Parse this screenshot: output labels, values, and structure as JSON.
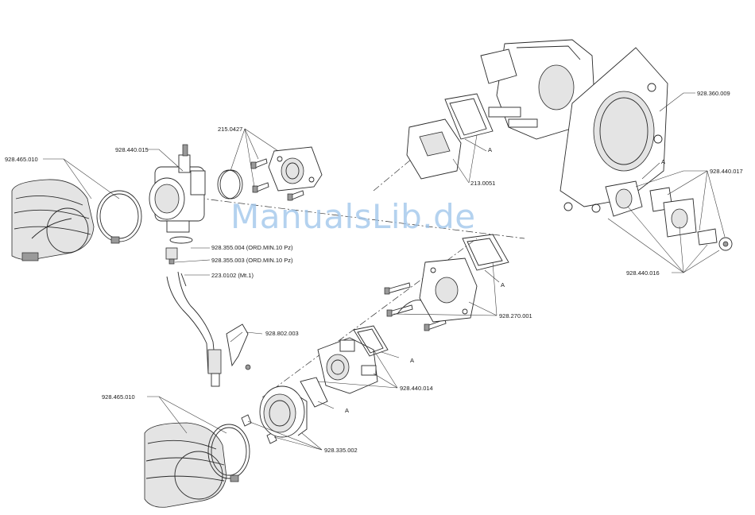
{
  "labels": {
    "l1": "928.465.010",
    "l2": "928.440.015",
    "l3": "215.0427",
    "l4": "928.355.004 (ORD.MIN.10 Pz)",
    "l5": "928.355.003 (ORD.MIN.10 Pz)",
    "l6": "223.0102 (Mt.1)",
    "l7": "928.802.003",
    "l8": "928.465.010",
    "l9": "928.335.002",
    "l10": "928.440.014",
    "l11": "928.270.001",
    "l12": "213.0051",
    "l13": "928.360.009",
    "l14": "928.440.017",
    "l15": "928.440.016"
  },
  "ref_letter": "A",
  "watermark": "ManualsLib.de"
}
